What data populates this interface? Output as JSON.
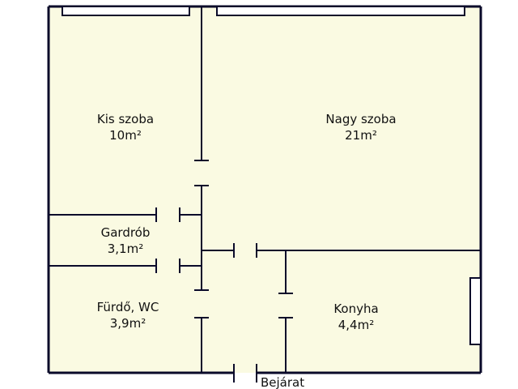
{
  "colors": {
    "floor": "#fafae2",
    "wall": "#0a0a2a"
  },
  "rooms": [
    {
      "id": "kis-szoba",
      "name": "Kis szoba",
      "area": "10m²"
    },
    {
      "id": "nagy-szoba",
      "name": "Nagy szoba",
      "area": "21m²"
    },
    {
      "id": "gardrob",
      "name": "Gardrób",
      "area": "3,1m²"
    },
    {
      "id": "furdo-wc",
      "name": "Fürdő, WC",
      "area": "3,9m²"
    },
    {
      "id": "konyha",
      "name": "Konyha",
      "area": "4,4m²"
    }
  ],
  "entrance_label": "Bejárat"
}
